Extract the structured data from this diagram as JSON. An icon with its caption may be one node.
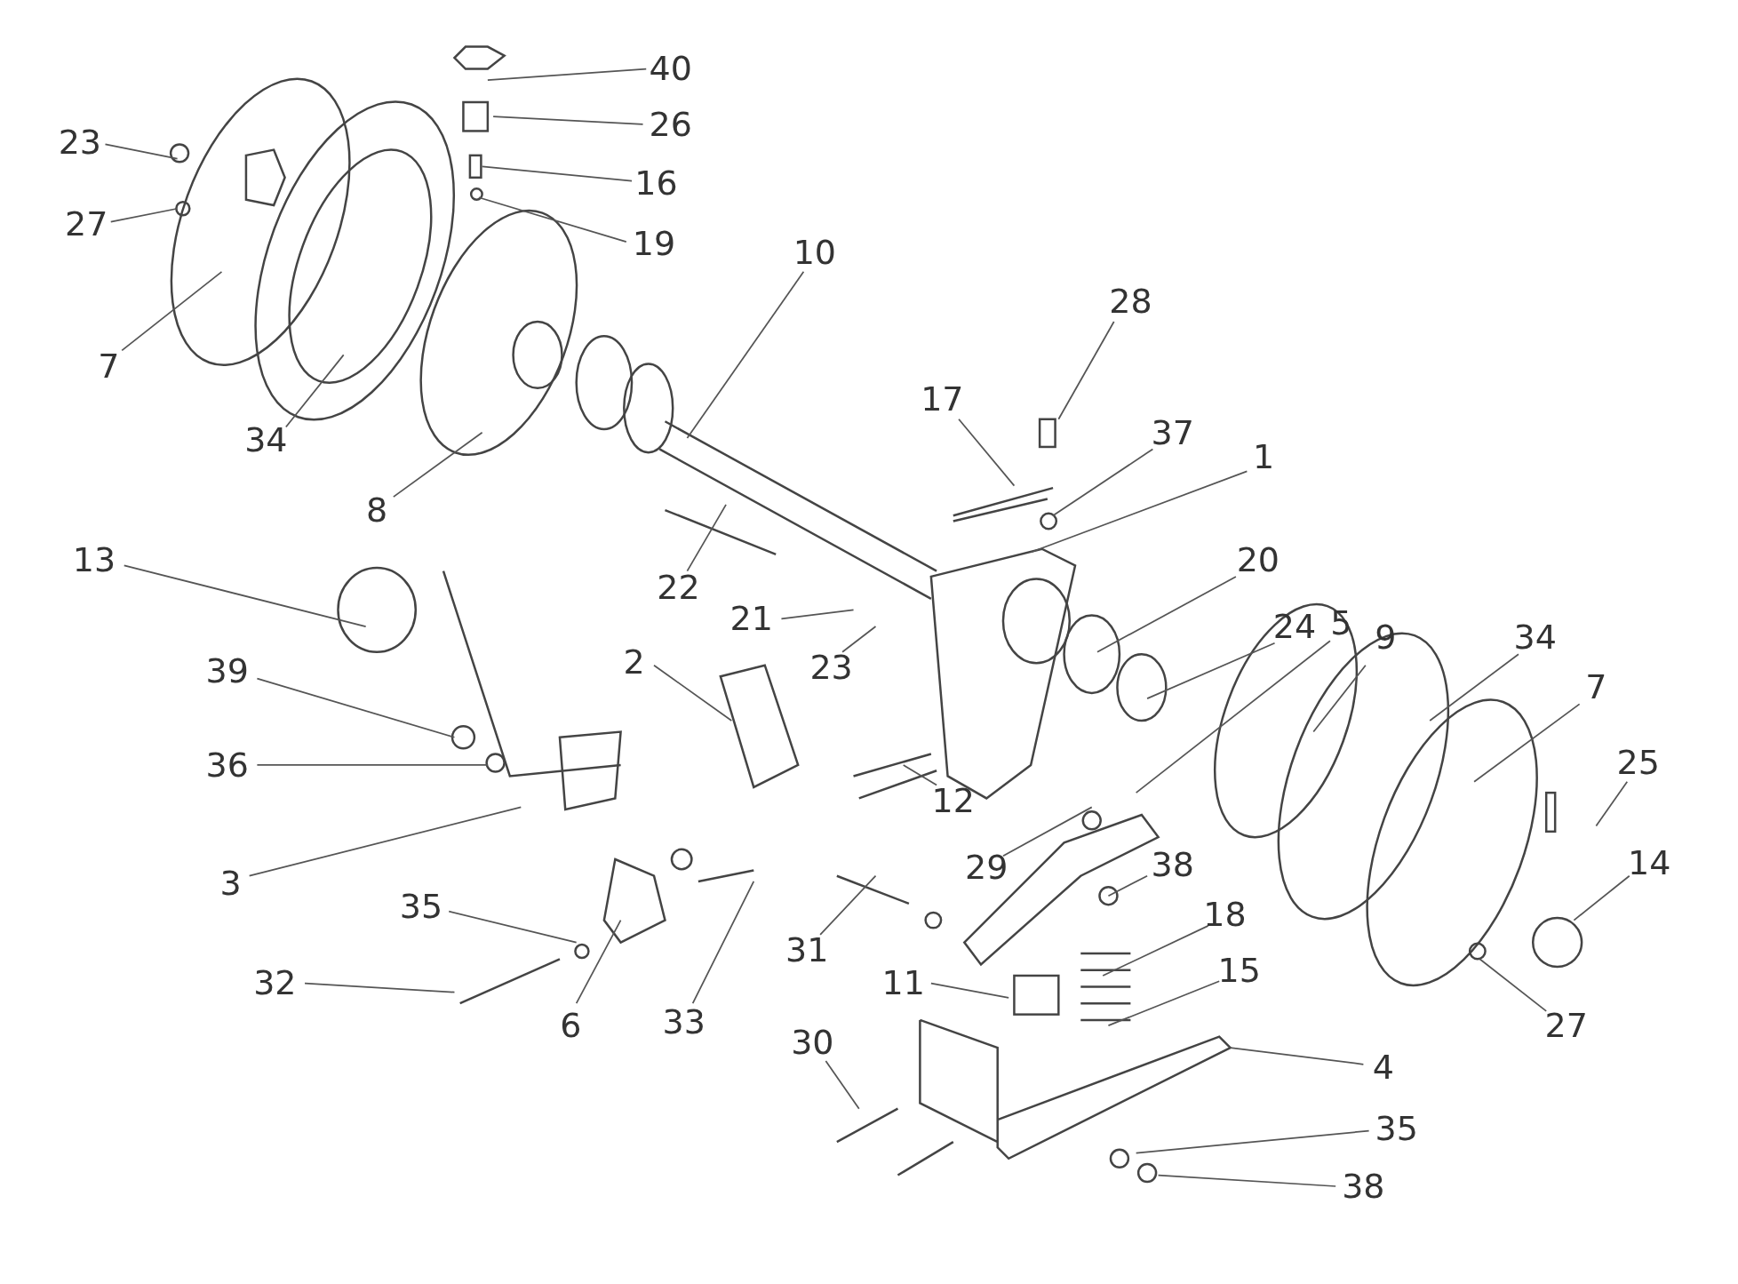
{
  "diagram": {
    "nodes": [
      {
        "text": [
          "40"
        ]
      },
      {
        "text": [
          "26"
        ]
      },
      {
        "text": [
          "16"
        ]
      },
      {
        "text": [
          "19"
        ]
      },
      {
        "text": [
          "23"
        ]
      },
      {
        "text": [
          "27"
        ]
      },
      {
        "text": [
          "7"
        ]
      },
      {
        "text": [
          "34"
        ]
      },
      {
        "text": [
          "8"
        ]
      },
      {
        "text": [
          "10"
        ]
      },
      {
        "text": [
          "28"
        ]
      },
      {
        "text": [
          "17"
        ]
      },
      {
        "text": [
          "37"
        ]
      },
      {
        "text": [
          "1"
        ]
      },
      {
        "text": [
          "13"
        ]
      },
      {
        "text": [
          "39"
        ]
      },
      {
        "text": [
          "36"
        ]
      },
      {
        "text": [
          "3"
        ]
      },
      {
        "text": [
          "22"
        ]
      },
      {
        "text": [
          "21"
        ]
      },
      {
        "text": [
          "23"
        ]
      },
      {
        "text": [
          "2"
        ]
      },
      {
        "text": [
          "20"
        ]
      },
      {
        "text": [
          "24"
        ]
      },
      {
        "text": [
          "5"
        ]
      },
      {
        "text": [
          "9"
        ]
      },
      {
        "text": [
          "34"
        ]
      },
      {
        "text": [
          "7"
        ]
      },
      {
        "text": [
          "25"
        ]
      },
      {
        "text": [
          "14"
        ]
      },
      {
        "text": [
          "12"
        ]
      },
      {
        "text": [
          "29"
        ]
      },
      {
        "text": [
          "38"
        ]
      },
      {
        "text": [
          "18"
        ]
      },
      {
        "text": [
          "15"
        ]
      },
      {
        "text": [
          "35"
        ]
      },
      {
        "text": [
          "32"
        ]
      },
      {
        "text": [
          "6"
        ]
      },
      {
        "text": [
          "33"
        ]
      },
      {
        "text": [
          "31"
        ]
      },
      {
        "text": [
          "11"
        ]
      },
      {
        "text": [
          "30"
        ]
      },
      {
        "text": [
          "4"
        ]
      },
      {
        "text": [
          "35"
        ]
      },
      {
        "text": [
          "38"
        ]
      },
      {
        "text": [
          "27"
        ]
      }
    ],
    "edges": [
      {
        "from": 0,
        "to": null,
        "arrow": "none"
      },
      {
        "from": 1,
        "to": null,
        "arrow": "none"
      },
      {
        "from": 2,
        "to": null,
        "arrow": "none"
      },
      {
        "from": 3,
        "to": null,
        "arrow": "none"
      },
      {
        "from": 4,
        "to": null,
        "arrow": "none"
      },
      {
        "from": 5,
        "to": null,
        "arrow": "none"
      },
      {
        "from": 6,
        "to": null,
        "arrow": "none"
      },
      {
        "from": 7,
        "to": null,
        "arrow": "none"
      },
      {
        "from": 8,
        "to": null,
        "arrow": "none"
      },
      {
        "from": 9,
        "to": null,
        "arrow": "none"
      },
      {
        "from": 10,
        "to": null,
        "arrow": "none"
      },
      {
        "from": 11,
        "to": null,
        "arrow": "none"
      },
      {
        "from": 12,
        "to": null,
        "arrow": "none"
      },
      {
        "from": 13,
        "to": null,
        "arrow": "none"
      },
      {
        "from": 14,
        "to": null,
        "arrow": "none"
      },
      {
        "from": 15,
        "to": null,
        "arrow": "none"
      },
      {
        "from": 16,
        "to": null,
        "arrow": "none"
      },
      {
        "from": 17,
        "to": null,
        "arrow": "none"
      },
      {
        "from": 18,
        "to": null,
        "arrow": "none"
      },
      {
        "from": 19,
        "to": null,
        "arrow": "none"
      },
      {
        "from": 20,
        "to": null,
        "arrow": "none"
      },
      {
        "from": 21,
        "to": null,
        "arrow": "none"
      },
      {
        "from": 22,
        "to": null,
        "arrow": "none"
      },
      {
        "from": 23,
        "to": null,
        "arrow": "none"
      },
      {
        "from": 24,
        "to": null,
        "arrow": "none"
      },
      {
        "from": 25,
        "to": null,
        "arrow": "none"
      },
      {
        "from": 26,
        "to": null,
        "arrow": "none"
      },
      {
        "from": 27,
        "to": null,
        "arrow": "none"
      },
      {
        "from": 28,
        "to": null,
        "arrow": "none"
      },
      {
        "from": 29,
        "to": null,
        "arrow": "none"
      },
      {
        "from": 30,
        "to": null,
        "arrow": "none"
      },
      {
        "from": 31,
        "to": null,
        "arrow": "none"
      },
      {
        "from": 32,
        "to": null,
        "arrow": "none"
      },
      {
        "from": 33,
        "to": null,
        "arrow": "none"
      },
      {
        "from": 34,
        "to": null,
        "arrow": "none"
      },
      {
        "from": 35,
        "to": null,
        "arrow": "none"
      },
      {
        "from": 36,
        "to": null,
        "arrow": "none"
      },
      {
        "from": 37,
        "to": null,
        "arrow": "none"
      },
      {
        "from": 38,
        "to": null,
        "arrow": "none"
      },
      {
        "from": 39,
        "to": null,
        "arrow": "none"
      },
      {
        "from": 40,
        "to": null,
        "arrow": "none"
      },
      {
        "from": 41,
        "to": null,
        "arrow": "none"
      },
      {
        "from": 42,
        "to": null,
        "arrow": "none"
      },
      {
        "from": 43,
        "to": null,
        "arrow": "none"
      },
      {
        "from": 44,
        "to": null,
        "arrow": "none"
      },
      {
        "from": 45,
        "to": null,
        "arrow": "none"
      }
    ]
  }
}
